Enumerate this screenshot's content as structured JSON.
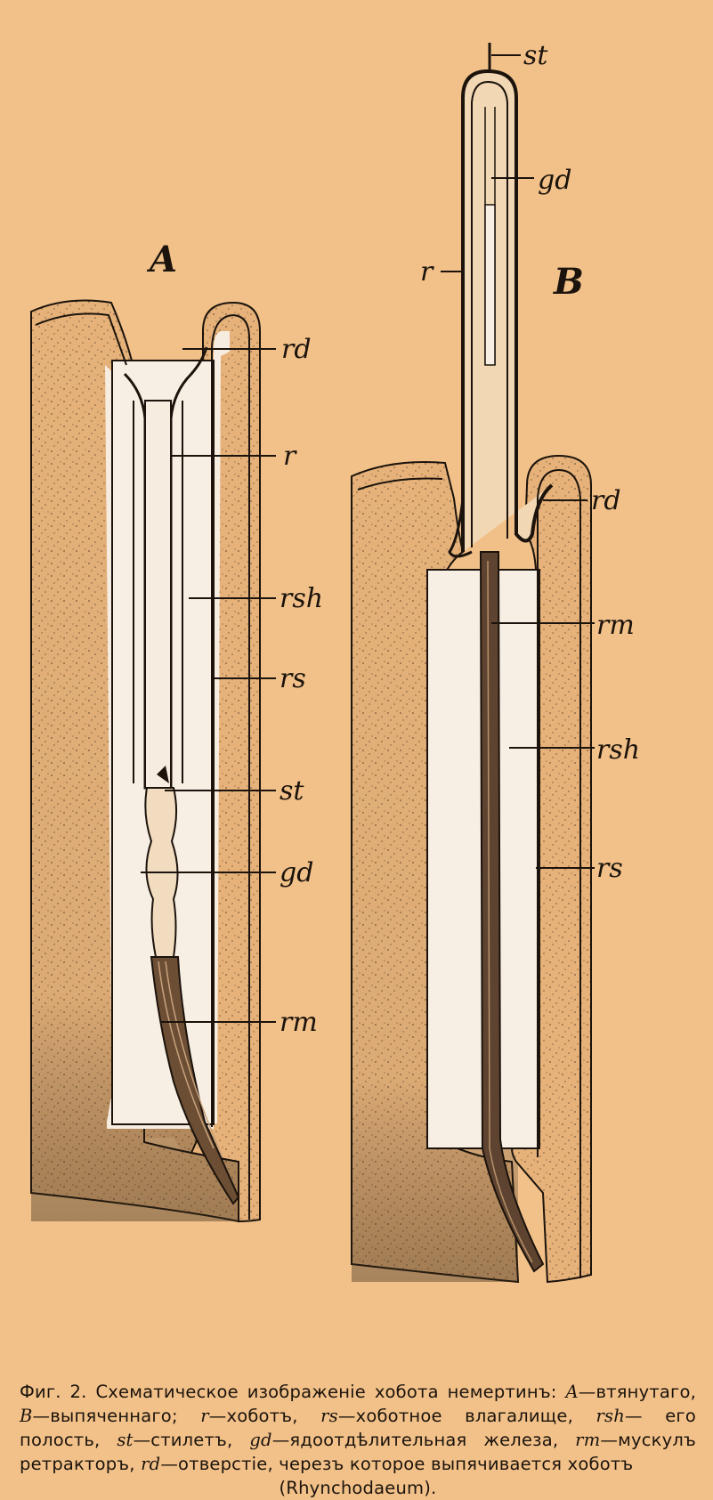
{
  "diagram": {
    "label_A": "A",
    "label_B": "B",
    "a_labels": {
      "rd": "rd",
      "r": "r",
      "rsh": "rsh",
      "rs": "rs",
      "st": "st",
      "gd": "gd",
      "rm": "rm"
    },
    "b_labels": {
      "st": "st",
      "gd": "gd",
      "r": "r",
      "rd": "rd",
      "rm": "rm",
      "rsh": "rsh",
      "rs": "rs"
    }
  },
  "caption": {
    "fig": "Фиг. 2.",
    "title": "Схематическое изображеніе хобота немертинъ:",
    "A": "A",
    "A_text": "—втянутаго,",
    "B": "B",
    "B_text": "—выпяченнаго;",
    "r": "r",
    "r_text": "—хоботъ,",
    "rs": "rs",
    "rs_text": "—хоботное влагалище,",
    "rsh": "rsh",
    "rsh_text": "— его полость,",
    "st": "st",
    "st_text": "—стилетъ,",
    "gd": "gd",
    "gd_text": "—ядоотдѣлительная железа,",
    "rm": "rm",
    "rm_text": "—мускулъ ретракторъ,",
    "rd": "rd",
    "rd_text": "—отверстіе, черезъ которое выпячивается хоботъ",
    "genus": "(Rhynchodaeum)."
  }
}
